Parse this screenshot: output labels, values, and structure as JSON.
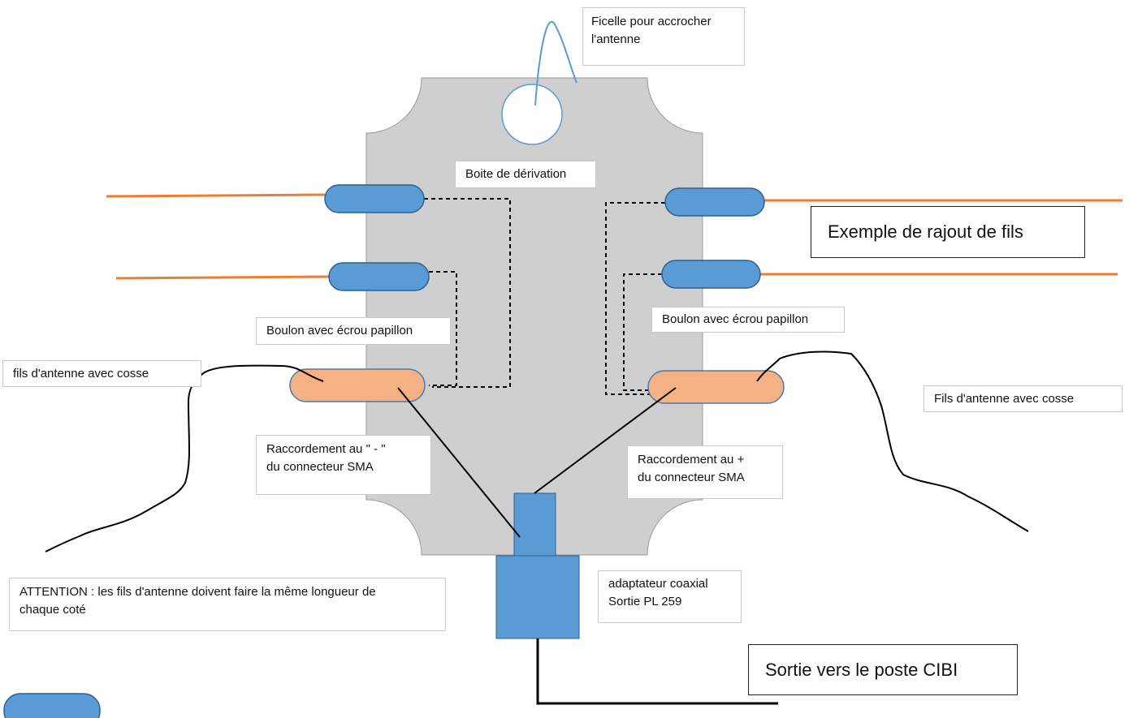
{
  "labels": {
    "ficelle": "Ficelle pour accrocher\nl'antenne",
    "boite": "Boite de dérivation",
    "exemple": "Exemple de rajout de fils",
    "boulon_left": "Boulon avec écrou papillon",
    "boulon_right": "Boulon avec écrou papillon",
    "fils_left": "fils d'antenne avec cosse",
    "fils_right": "Fils d'antenne avec cosse",
    "raccord_minus": "Raccordement au \" -  \"\ndu connecteur SMA",
    "raccord_plus": "Raccordement au +\ndu connecteur SMA",
    "attention": "ATTENTION : les fils d'antenne doivent faire la même longueur de\nchaque coté",
    "adaptateur": "adaptateur coaxial\nSortie PL 259",
    "sortie": "Sortie vers le poste CIBI"
  },
  "colors": {
    "box_fill": "#cfcfcf",
    "box_stroke": "#9a9a9a",
    "connector_blue": "#5b9bd5",
    "connector_blue_stroke": "#2f5f8f",
    "lug_orange": "#f4b183",
    "lug_stroke": "#4a7ab0",
    "added_wire_orange": "#ed7d31",
    "string_blue": "#5b9bd5",
    "antenna_wire": "#000000"
  }
}
